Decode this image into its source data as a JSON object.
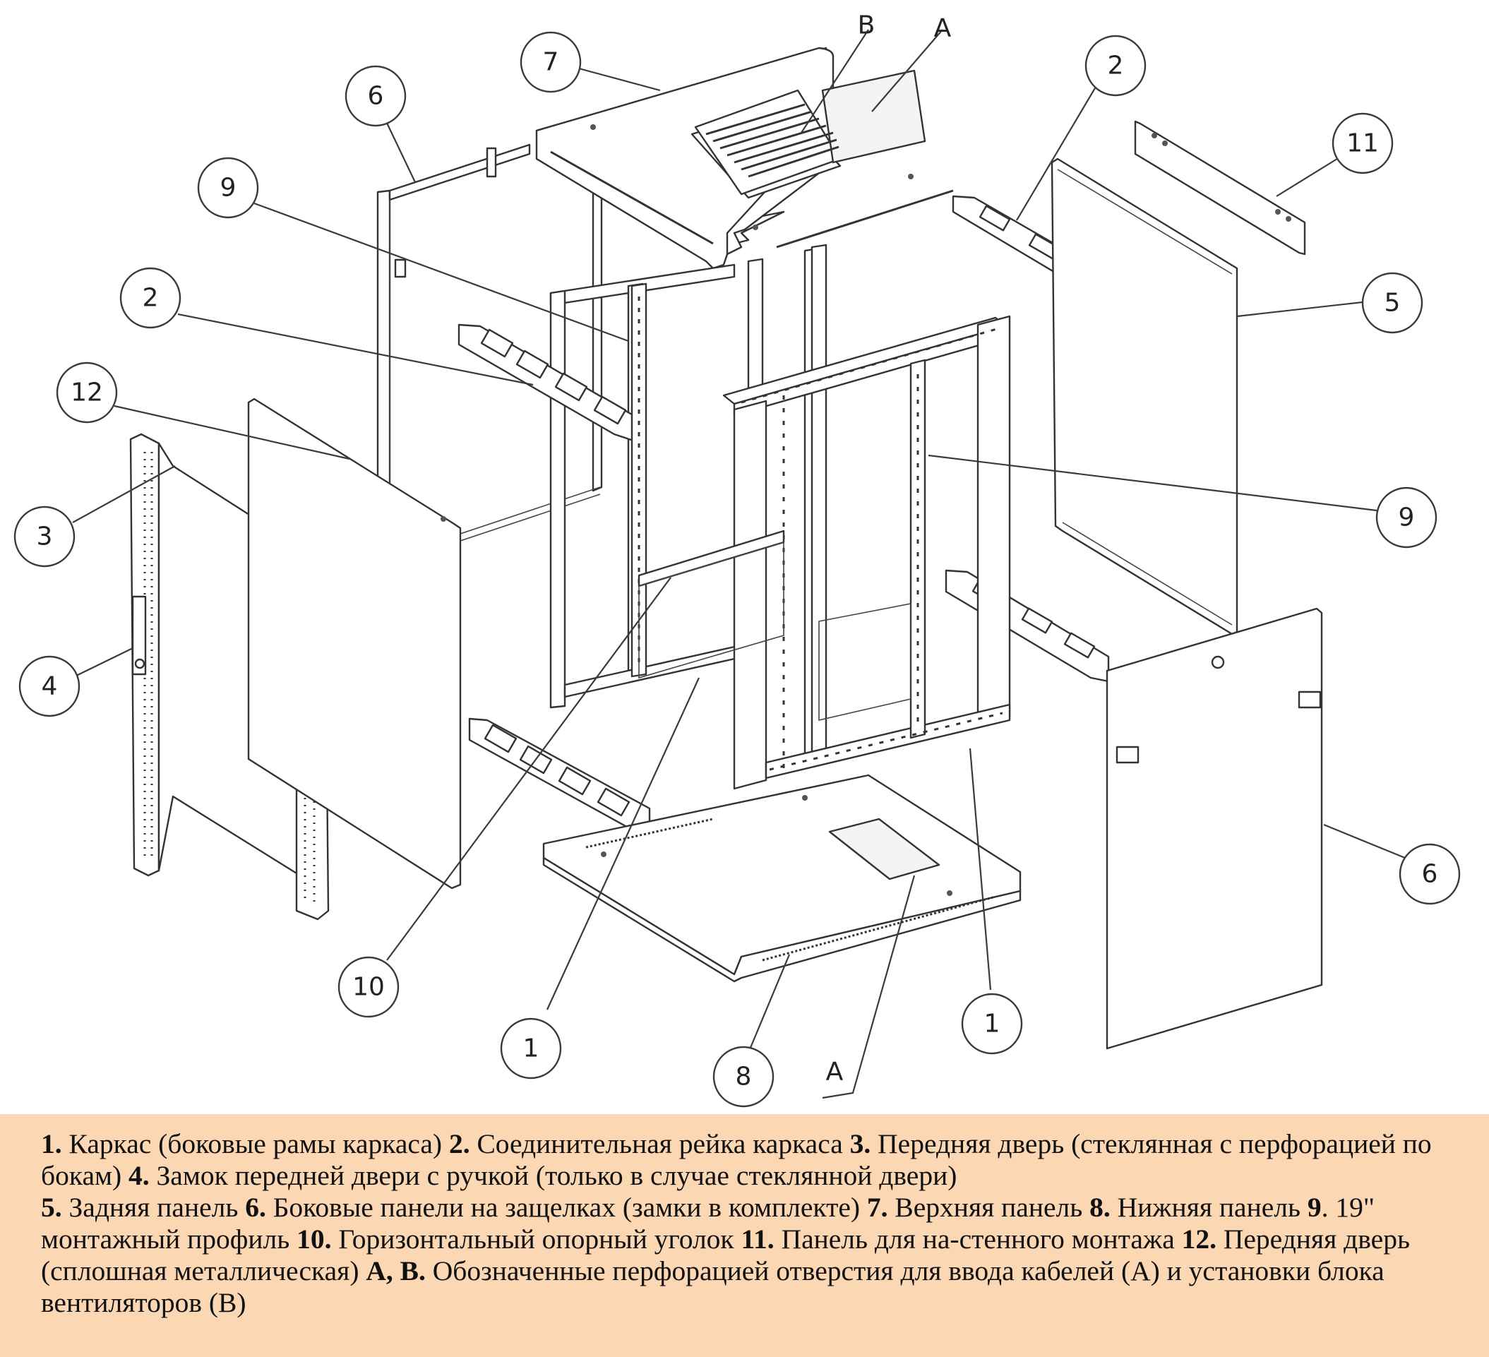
{
  "colors": {
    "legend_background": "#fbd7b4",
    "line": "#333333",
    "text": "#111111"
  },
  "callouts": [
    {
      "label": "7"
    },
    {
      "label": "В"
    },
    {
      "label": "А"
    },
    {
      "label": "2"
    },
    {
      "label": "6"
    },
    {
      "label": "11"
    },
    {
      "label": "9"
    },
    {
      "label": "2"
    },
    {
      "label": "5"
    },
    {
      "label": "12"
    },
    {
      "label": "3"
    },
    {
      "label": "9"
    },
    {
      "label": "4"
    },
    {
      "label": "6"
    },
    {
      "label": "10"
    },
    {
      "label": "1"
    },
    {
      "label": "1"
    },
    {
      "label": "8"
    },
    {
      "label": "А"
    }
  ],
  "legend": {
    "items": [
      {
        "num": "1.",
        "text": " Каркас (боковые рамы каркаса)  "
      },
      {
        "num": "2.",
        "text": " Соединительная рейка каркаса  "
      },
      {
        "num": "3.",
        "text": " Передняя дверь (стеклянная с перфорацией по бокам)  "
      },
      {
        "num": "4.",
        "text": " Замок передней двери с ручкой (только в случае стеклянной двери) "
      },
      {
        "num": "5.",
        "text": " Задняя панель  "
      },
      {
        "num": "6.",
        "text": " Боковые панели на защелках (замки в комплекте)  "
      },
      {
        "num": "7.",
        "text": " Верхняя панель  "
      },
      {
        "num": "8.",
        "text": " Нижняя панель  "
      },
      {
        "num": "9",
        "text": ". 19\" монтажный профиль  "
      },
      {
        "num": "10.",
        "text": " Горизонтальный опорный уголок   "
      },
      {
        "num": "11.",
        "text": " Панель для на-стенного монтажа  "
      },
      {
        "num": "12.",
        "text": " Передняя дверь (сплошная металлическая)  "
      },
      {
        "num": "А, В.",
        "text": " Обозначенные перфорацией отверстия для ввода кабелей (А) и установки блока вентиляторов (В)"
      }
    ]
  }
}
